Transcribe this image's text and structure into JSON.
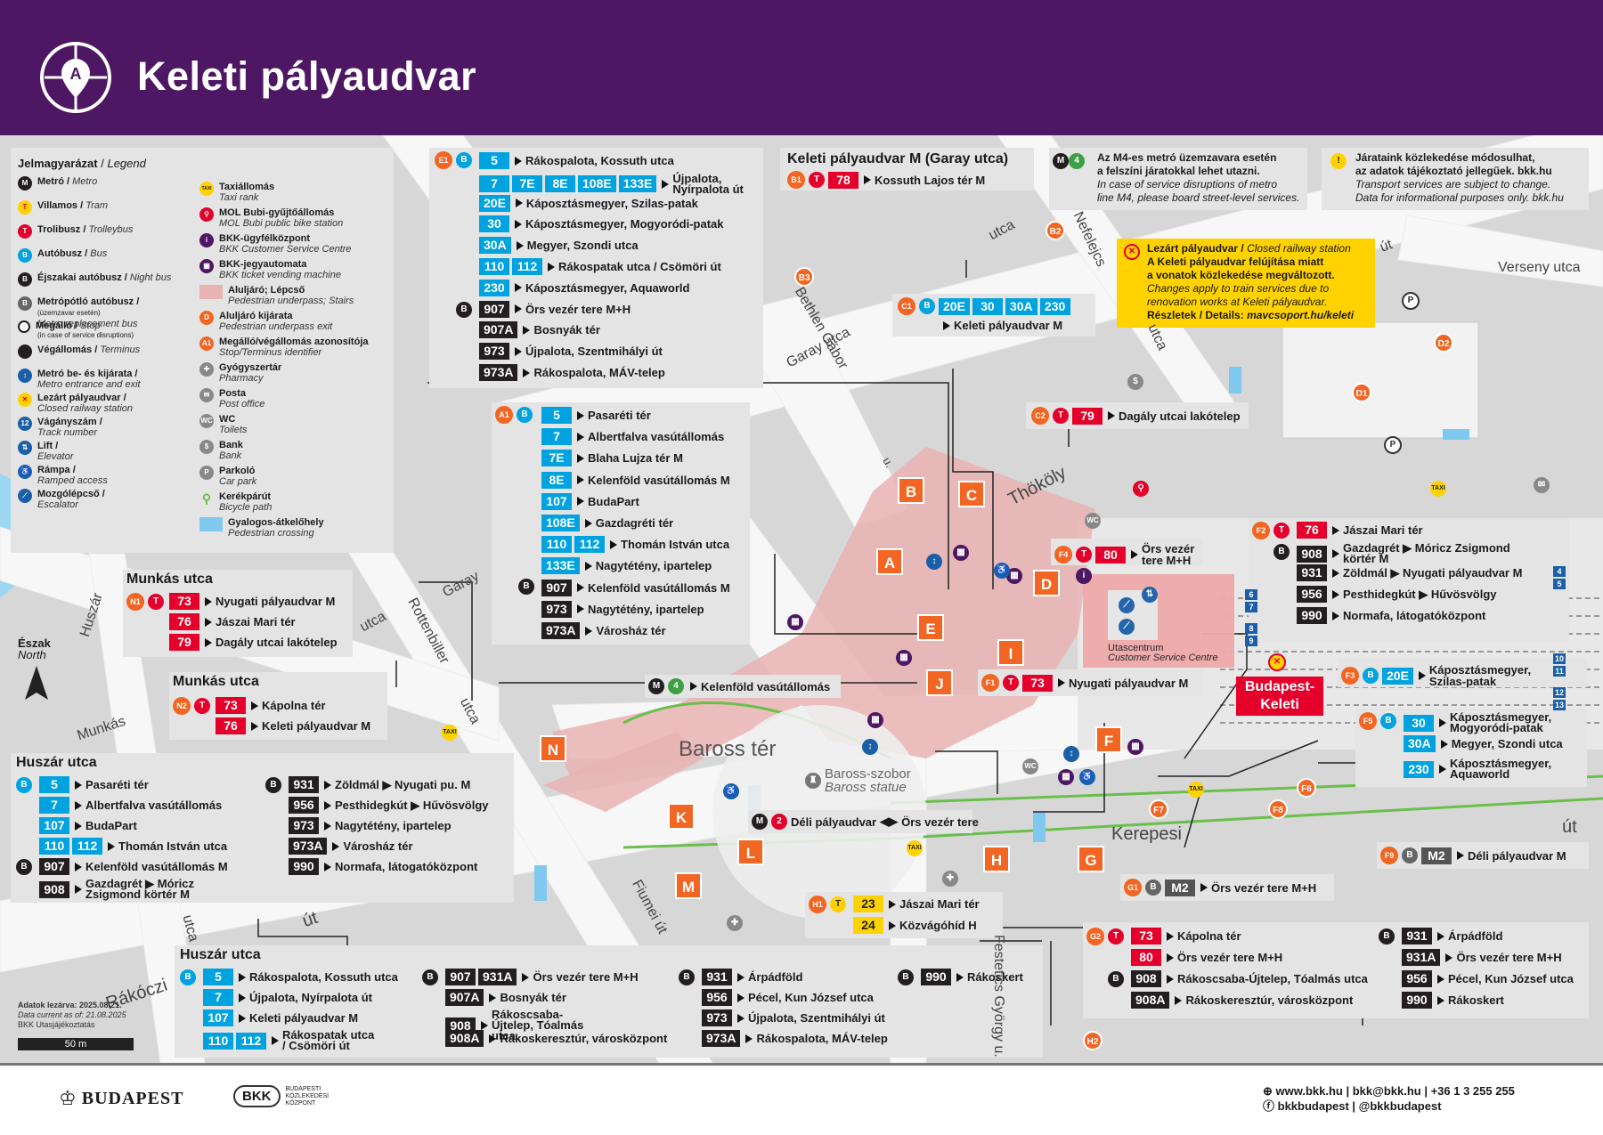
{
  "header": {
    "title": "Keleti pályaudvar",
    "logo": "bkk-stop-a-pin-icon"
  },
  "legend": {
    "title": "Jelmagyarázat",
    "title_en": "Legend",
    "items_left": [
      {
        "hu": "Metró",
        "en": "Metro",
        "color": "#231f20",
        "sym": "M"
      },
      {
        "hu": "Villamos",
        "en": "Tram",
        "color": "#ffd200",
        "sym": "T"
      },
      {
        "hu": "Trolibusz",
        "en": "Trolleybus",
        "color": "#e4002b",
        "sym": "T"
      },
      {
        "hu": "Autóbusz",
        "en": "Bus",
        "color": "#00a3e0",
        "sym": "B"
      },
      {
        "hu": "Éjszakai autóbusz",
        "en": "Night bus",
        "color": "#231f20",
        "sym": "B"
      },
      {
        "hu": "Metrópótló autóbusz",
        "en": "Metro replacement bus",
        "color": "#666666",
        "sym": "B"
      },
      {
        "hu": "Megálló",
        "en": "Stop",
        "color": "#ffffff",
        "sym": ""
      },
      {
        "hu": "Végállomás",
        "en": "Terminus",
        "color": "#231f20",
        "sym": ""
      },
      {
        "hu": "Metró be- és kijárata",
        "en": "Metro entrance and exit",
        "color": "#1a5fa8",
        "sym": "↕"
      },
      {
        "hu": "Lezárt pályaudvar",
        "en": "Closed railway station",
        "color": "#ffd200",
        "sym": "✕"
      },
      {
        "hu": "Vágányszám",
        "en": "Track number",
        "color": "#1a5fa8",
        "sym": "12"
      },
      {
        "hu": "Lift",
        "en": "Elevator",
        "color": "#1a5fa8",
        "sym": "⇅"
      },
      {
        "hu": "Rámpa",
        "en": "Ramped access",
        "color": "#1a5fa8",
        "sym": "♿"
      },
      {
        "hu": "Mozgólépcső",
        "en": "Escalator",
        "color": "#1a5fa8",
        "sym": "⟋"
      }
    ],
    "replacement_note": "(üzemzavar esetén)",
    "replacement_note_en": "(in case of service disruptions)",
    "items_right": [
      {
        "hu": "Taxiállomás",
        "en": "Taxi rank",
        "color": "#ffd200",
        "sym": "TAXI"
      },
      {
        "hu": "MOL Bubi-gyűjtőállomás",
        "en": "MOL Bubi public bike station",
        "color": "#e4002b",
        "sym": "⚲"
      },
      {
        "hu": "BKK-ügyfélközpont",
        "en": "BKK Customer Service Centre",
        "color": "#4e1763",
        "sym": "i"
      },
      {
        "hu": "BKK-jegyautomata",
        "en": "BKK ticket vending machine",
        "color": "#4e1763",
        "sym": "▦"
      },
      {
        "hu": "Aluljáró; Lépcső",
        "en": "Pedestrian underpass; Stairs",
        "color": "#e9b3b3",
        "sym": ""
      },
      {
        "hu": "Aluljáró kijárata",
        "en": "Pedestrian underpass exit",
        "color": "#f26522",
        "sym": "D"
      },
      {
        "hu": "Megálló/végállomás azonosítója",
        "en": "Stop/Terminus identifier",
        "color": "#f26522",
        "sym": "A1"
      },
      {
        "hu": "Gyógyszertár",
        "en": "Pharmacy",
        "color": "#888888",
        "sym": "✚"
      },
      {
        "hu": "Posta",
        "en": "Post office",
        "color": "#888888",
        "sym": "✉"
      },
      {
        "hu": "WC",
        "en": "Toilets",
        "color": "#888888",
        "sym": "WC"
      },
      {
        "hu": "Bank",
        "en": "Bank",
        "color": "#888888",
        "sym": "$"
      },
      {
        "hu": "Parkoló",
        "en": "Car park",
        "color": "#888888",
        "sym": "P"
      },
      {
        "hu": "Kerékpárút",
        "en": "Bicycle path",
        "color": "#6abf4b",
        "sym": "⚲"
      },
      {
        "hu": "Gyalogos-átkelőhely",
        "en": "Pedestrian crossing",
        "color": "#7fc8f0",
        "sym": ""
      }
    ]
  },
  "panels": {
    "E1": [
      {
        "lines": [
          {
            "n": "5",
            "t": "bus"
          }
        ],
        "dest": "Rákospalota, Kossuth utca"
      },
      {
        "lines": [
          {
            "n": "7",
            "t": "bus"
          },
          {
            "n": "7E",
            "t": "bus"
          },
          {
            "n": "8E",
            "t": "bus"
          },
          {
            "n": "108E",
            "t": "bus"
          },
          {
            "n": "133E",
            "t": "bus"
          }
        ],
        "dest": "Újpalota, Nyírpalota út"
      },
      {
        "lines": [
          {
            "n": "20E",
            "t": "bus"
          }
        ],
        "dest": "Káposztásmegyer, Szilas-patak"
      },
      {
        "lines": [
          {
            "n": "30",
            "t": "bus"
          }
        ],
        "dest": "Káposztásmegyer, Mogyoródi-patak"
      },
      {
        "lines": [
          {
            "n": "30A",
            "t": "bus"
          }
        ],
        "dest": "Megyer, Szondi utca"
      },
      {
        "lines": [
          {
            "n": "110",
            "t": "bus"
          },
          {
            "n": "112",
            "t": "bus"
          }
        ],
        "dest": "Rákospatak utca / Csömöri út"
      },
      {
        "lines": [
          {
            "n": "230",
            "t": "bus"
          }
        ],
        "dest": "Káposztásmegyer, Aquaworld"
      },
      {
        "lines": [
          {
            "n": "907",
            "t": "night"
          }
        ],
        "dest": "Örs vezér tere M+H"
      },
      {
        "lines": [
          {
            "n": "907A",
            "t": "night"
          }
        ],
        "dest": "Bosnyák tér"
      },
      {
        "lines": [
          {
            "n": "973",
            "t": "night"
          }
        ],
        "dest": "Újpalota, Szentmihályi út"
      },
      {
        "lines": [
          {
            "n": "973A",
            "t": "night"
          }
        ],
        "dest": "Rákospalota, MÁV-telep"
      }
    ],
    "garay_title": "Keleti pályaudvar M (Garay utca)",
    "B1": {
      "line": "78",
      "dest": "Kossuth Lajos tér M"
    },
    "m4_notice": {
      "l1": "Az M4-es metró üzemzavara esetén",
      "l2": "a felszíni járatokkal lehet utazni.",
      "l3": "In case of service disruptions of metro",
      "l4": "line M4, please board street-level services."
    },
    "info_notice": {
      "l1": "Járataink közlekedése módosulhat,",
      "l2": "az adatok tájékoztató jellegűek. bkk.hu",
      "l3": "Transport services are subject to change.",
      "l4": "Data for informational purposes only. bkk.hu"
    },
    "closed": {
      "title": "Lezárt pályaudvar /",
      "title_en": "Closed railway station",
      "l1": "A Keleti pályaudvar felújítása miatt",
      "l2": "a vonatok közlekedése megváltozott.",
      "l3": "Changes apply to train services due to",
      "l4": "renovation works at Keleti pályaudvar.",
      "l5a": "Részletek / Details:",
      "l5b": "mavcsoport.hu/keleti"
    },
    "C1": {
      "lines": [
        "20E",
        "30",
        "30A",
        "230"
      ],
      "dest": "Keleti pályaudvar M"
    },
    "C2": {
      "line": "79",
      "dest": "Dagály utcai lakótelep"
    },
    "A1": [
      {
        "lines": [
          {
            "n": "5",
            "t": "bus"
          }
        ],
        "dest": "Pasaréti tér"
      },
      {
        "lines": [
          {
            "n": "7",
            "t": "bus"
          }
        ],
        "dest": "Albertfalva vasútállomás"
      },
      {
        "lines": [
          {
            "n": "7E",
            "t": "bus"
          }
        ],
        "dest": "Blaha Lujza tér M"
      },
      {
        "lines": [
          {
            "n": "8E",
            "t": "bus"
          }
        ],
        "dest": "Kelenföld vasútállomás M"
      },
      {
        "lines": [
          {
            "n": "107",
            "t": "bus"
          }
        ],
        "dest": "BudaPart"
      },
      {
        "lines": [
          {
            "n": "108E",
            "t": "bus"
          }
        ],
        "dest": "Gazdagréti tér"
      },
      {
        "lines": [
          {
            "n": "110",
            "t": "bus"
          },
          {
            "n": "112",
            "t": "bus"
          }
        ],
        "dest": "Thomán István utca"
      },
      {
        "lines": [
          {
            "n": "133E",
            "t": "bus"
          }
        ],
        "dest": "Nagytétény, ipartelep"
      },
      {
        "lines": [
          {
            "n": "907",
            "t": "night"
          }
        ],
        "dest": "Kelenföld vasútállomás M"
      },
      {
        "lines": [
          {
            "n": "973",
            "t": "night"
          }
        ],
        "dest": "Nagytétény, ipartelep"
      },
      {
        "lines": [
          {
            "n": "973A",
            "t": "night"
          }
        ],
        "dest": "Városház tér"
      }
    ],
    "munkas1": {
      "title": "Munkás utca",
      "rows": [
        {
          "n": "73",
          "dest": "Nyugati pályaudvar M"
        },
        {
          "n": "76",
          "dest": "Jászai Mari tér"
        },
        {
          "n": "79",
          "dest": "Dagály utcai lakótelep"
        }
      ]
    },
    "munkas2": {
      "title": "Munkás utca",
      "rows": [
        {
          "n": "73",
          "dest": "Kápolna tér"
        },
        {
          "n": "76",
          "dest": "Keleti pályaudvar M"
        }
      ]
    },
    "m4_row": {
      "dest": "Kelenföld vasútállomás"
    },
    "huszar1": {
      "title": "Huszár utca",
      "left": [
        {
          "lines": [
            {
              "n": "5",
              "t": "bus"
            }
          ],
          "dest": "Pasaréti tér"
        },
        {
          "lines": [
            {
              "n": "7",
              "t": "bus"
            }
          ],
          "dest": "Albertfalva vasútállomás"
        },
        {
          "lines": [
            {
              "n": "107",
              "t": "bus"
            }
          ],
          "dest": "BudaPart"
        },
        {
          "lines": [
            {
              "n": "110",
              "t": "bus"
            },
            {
              "n": "112",
              "t": "bus"
            }
          ],
          "dest": "Thomán István utca"
        },
        {
          "lines": [
            {
              "n": "907",
              "t": "night"
            }
          ],
          "dest": "Kelenföld vasútállomás M"
        },
        {
          "lines": [
            {
              "n": "908",
              "t": "night"
            }
          ],
          "dest": "Gazdagrét ▶ Móricz Zsigmond körtér M"
        }
      ],
      "right": [
        {
          "n": "931",
          "dest": "Zöldmál ▶ Nyugati pu. M"
        },
        {
          "n": "956",
          "dest": "Pesthidegkút ▶ Hűvösvölgy"
        },
        {
          "n": "973",
          "dest": "Nagytétény, ipartelep"
        },
        {
          "n": "973A",
          "dest": "Városház tér"
        },
        {
          "n": "990",
          "dest": "Normafa, látogatóközpont"
        }
      ]
    },
    "huszar2": {
      "title": "Huszár utca",
      "c1": [
        {
          "lines": [
            {
              "n": "5",
              "t": "bus"
            }
          ],
          "dest": "Rákospalota, Kossuth utca"
        },
        {
          "lines": [
            {
              "n": "7",
              "t": "bus"
            }
          ],
          "dest": "Újpalota, Nyírpalota út"
        },
        {
          "lines": [
            {
              "n": "107",
              "t": "bus"
            }
          ],
          "dest": "Keleti pályaudvar M"
        },
        {
          "lines": [
            {
              "n": "110",
              "t": "bus"
            },
            {
              "n": "112",
              "t": "bus"
            }
          ],
          "dest": "Rákospatak utca / Csömöri út"
        }
      ],
      "c2": [
        {
          "lines": [
            "907",
            "931A"
          ],
          "dest": "Örs vezér tere M+H"
        },
        {
          "lines": [
            "907A"
          ],
          "dest": "Bosnyák tér"
        },
        {
          "lines": [
            "908"
          ],
          "dest": "Rákoscsaba-Újtelep, Tóalmás utca"
        },
        {
          "lines": [
            "908A"
          ],
          "dest": "Rákoskeresztúr, városközpont"
        }
      ],
      "c3": [
        {
          "n": "931",
          "dest": "Árpádföld"
        },
        {
          "n": "956",
          "dest": "Pécel, Kun József utca"
        },
        {
          "n": "973",
          "dest": "Újpalota, Szentmihályi út"
        },
        {
          "n": "973A",
          "dest": "Rákospalota, MÁV-telep"
        }
      ],
      "c4": [
        {
          "n": "990",
          "dest": "Rákoskert"
        }
      ]
    },
    "F4": {
      "line": "80",
      "dest": "Örs vezér tere M+H"
    },
    "F2": [
      {
        "n": "76",
        "t": "troli",
        "dest": "Jászai Mari tér"
      },
      {
        "n": "908",
        "t": "night",
        "dest": "Gazdagrét ▶ Móricz Zsigmond körtér M"
      },
      {
        "n": "931",
        "t": "night",
        "dest": "Zöldmál ▶ Nyugati pályaudvar M"
      },
      {
        "n": "956",
        "t": "night",
        "dest": "Pesthidegkút ▶ Hűvösvölgy"
      },
      {
        "n": "990",
        "t": "night",
        "dest": "Normafa, látogatóközpont"
      }
    ],
    "F1": {
      "line": "73",
      "dest": "Nyugati pályaudvar M"
    },
    "utascentrum": {
      "hu": "Utascentrum",
      "en": "Customer Service Centre"
    },
    "F3": {
      "line": "20E",
      "dest": "Káposztásmegyer, Szilas-patak"
    },
    "F5": [
      {
        "n": "30",
        "dest": "Káposztásmegyer, Mogyoródi-patak"
      },
      {
        "n": "30A",
        "dest": "Megyer, Szondi utca"
      },
      {
        "n": "230",
        "dest": "Káposztásmegyer, Aquaworld"
      }
    ],
    "m2_row": {
      "dest1": "Déli pályaudvar",
      "dest2": "Örs vezér tere"
    },
    "F9": {
      "line": "M2",
      "dest": "Déli pályaudvar M"
    },
    "G1": {
      "line": "M2",
      "dest": "Örs vezér tere M+H"
    },
    "H1": [
      {
        "n": "23",
        "dest": "Jászai Mari tér"
      },
      {
        "n": "24",
        "dest": "Közvágóhíd H"
      }
    ],
    "G2": {
      "left": [
        {
          "n": "73",
          "t": "troli",
          "dest": "Kápolna tér"
        },
        {
          "n": "80",
          "t": "troli",
          "dest": "Örs vezér tere M+H"
        },
        {
          "n": "908",
          "t": "night",
          "dest": "Rákoscsaba-Újtelep, Tóalmás utca"
        },
        {
          "n": "908A",
          "t": "night",
          "dest": "Rákoskeresztúr, városközpont"
        }
      ],
      "right": [
        {
          "n": "931",
          "dest": "Árpádföld"
        },
        {
          "n": "931A",
          "dest": "Örs vezér tere M+H"
        },
        {
          "n": "956",
          "dest": "Pécel, Kun József utca"
        },
        {
          "n": "990",
          "dest": "Rákoskert"
        }
      ]
    }
  },
  "streets": {
    "thokoly": "Thököly",
    "garay": "Garay utca",
    "garay2": "Garay",
    "bethlen": "Bethlen Gábor",
    "bethlen_u": "u.",
    "nefelejcs": "Nefelejcs",
    "nefelejcs_utca": "utca",
    "utca_top": "utca",
    "verseny": "Verseny utca",
    "ut_right": "út",
    "rottenbiller": "Rottenbiller",
    "rottenbiller_utca": "utca",
    "huszar": "Huszár",
    "utca_garay": "utca",
    "munkas": "Munkás",
    "kerepesi": "Kerepesi",
    "kerepesi_ut": "út",
    "fiumei": "Fiumei út",
    "rakoczi": "Rákóczi",
    "rakoczi_ut": "út",
    "huszar_utca2": "utca",
    "festetics": "Festetics György u.",
    "baross": "Baross tér",
    "baross_statue": "Baross-szobor",
    "baross_statue_en": "Baross statue",
    "budapest_keleti": "Budapest-Keleti"
  },
  "compass": {
    "hu": "Észak",
    "en": "North"
  },
  "meta": {
    "date_hu": "Adatok lezárva: 2025.08.21.",
    "date_en": "Data current as of: 21.08.2025",
    "source": "BKK Utasjájékoztatás",
    "scale": "50 m"
  },
  "exits": [
    "A",
    "B",
    "C",
    "D",
    "E",
    "F",
    "G",
    "H",
    "I",
    "J",
    "K",
    "L",
    "M",
    "N"
  ],
  "footer": {
    "budapest": "BUDAPEST",
    "bkk": "BKK",
    "bkk_full1": "BUDAPESTI",
    "bkk_full2": "KÖZLEKEDÉSI",
    "bkk_full3": "KÖZPONT",
    "contact1": "www.bkk.hu | bkk@bkk.hu | +36 1 3 255 255",
    "contact2": "bkkbudapest | @bkkbudapest"
  }
}
